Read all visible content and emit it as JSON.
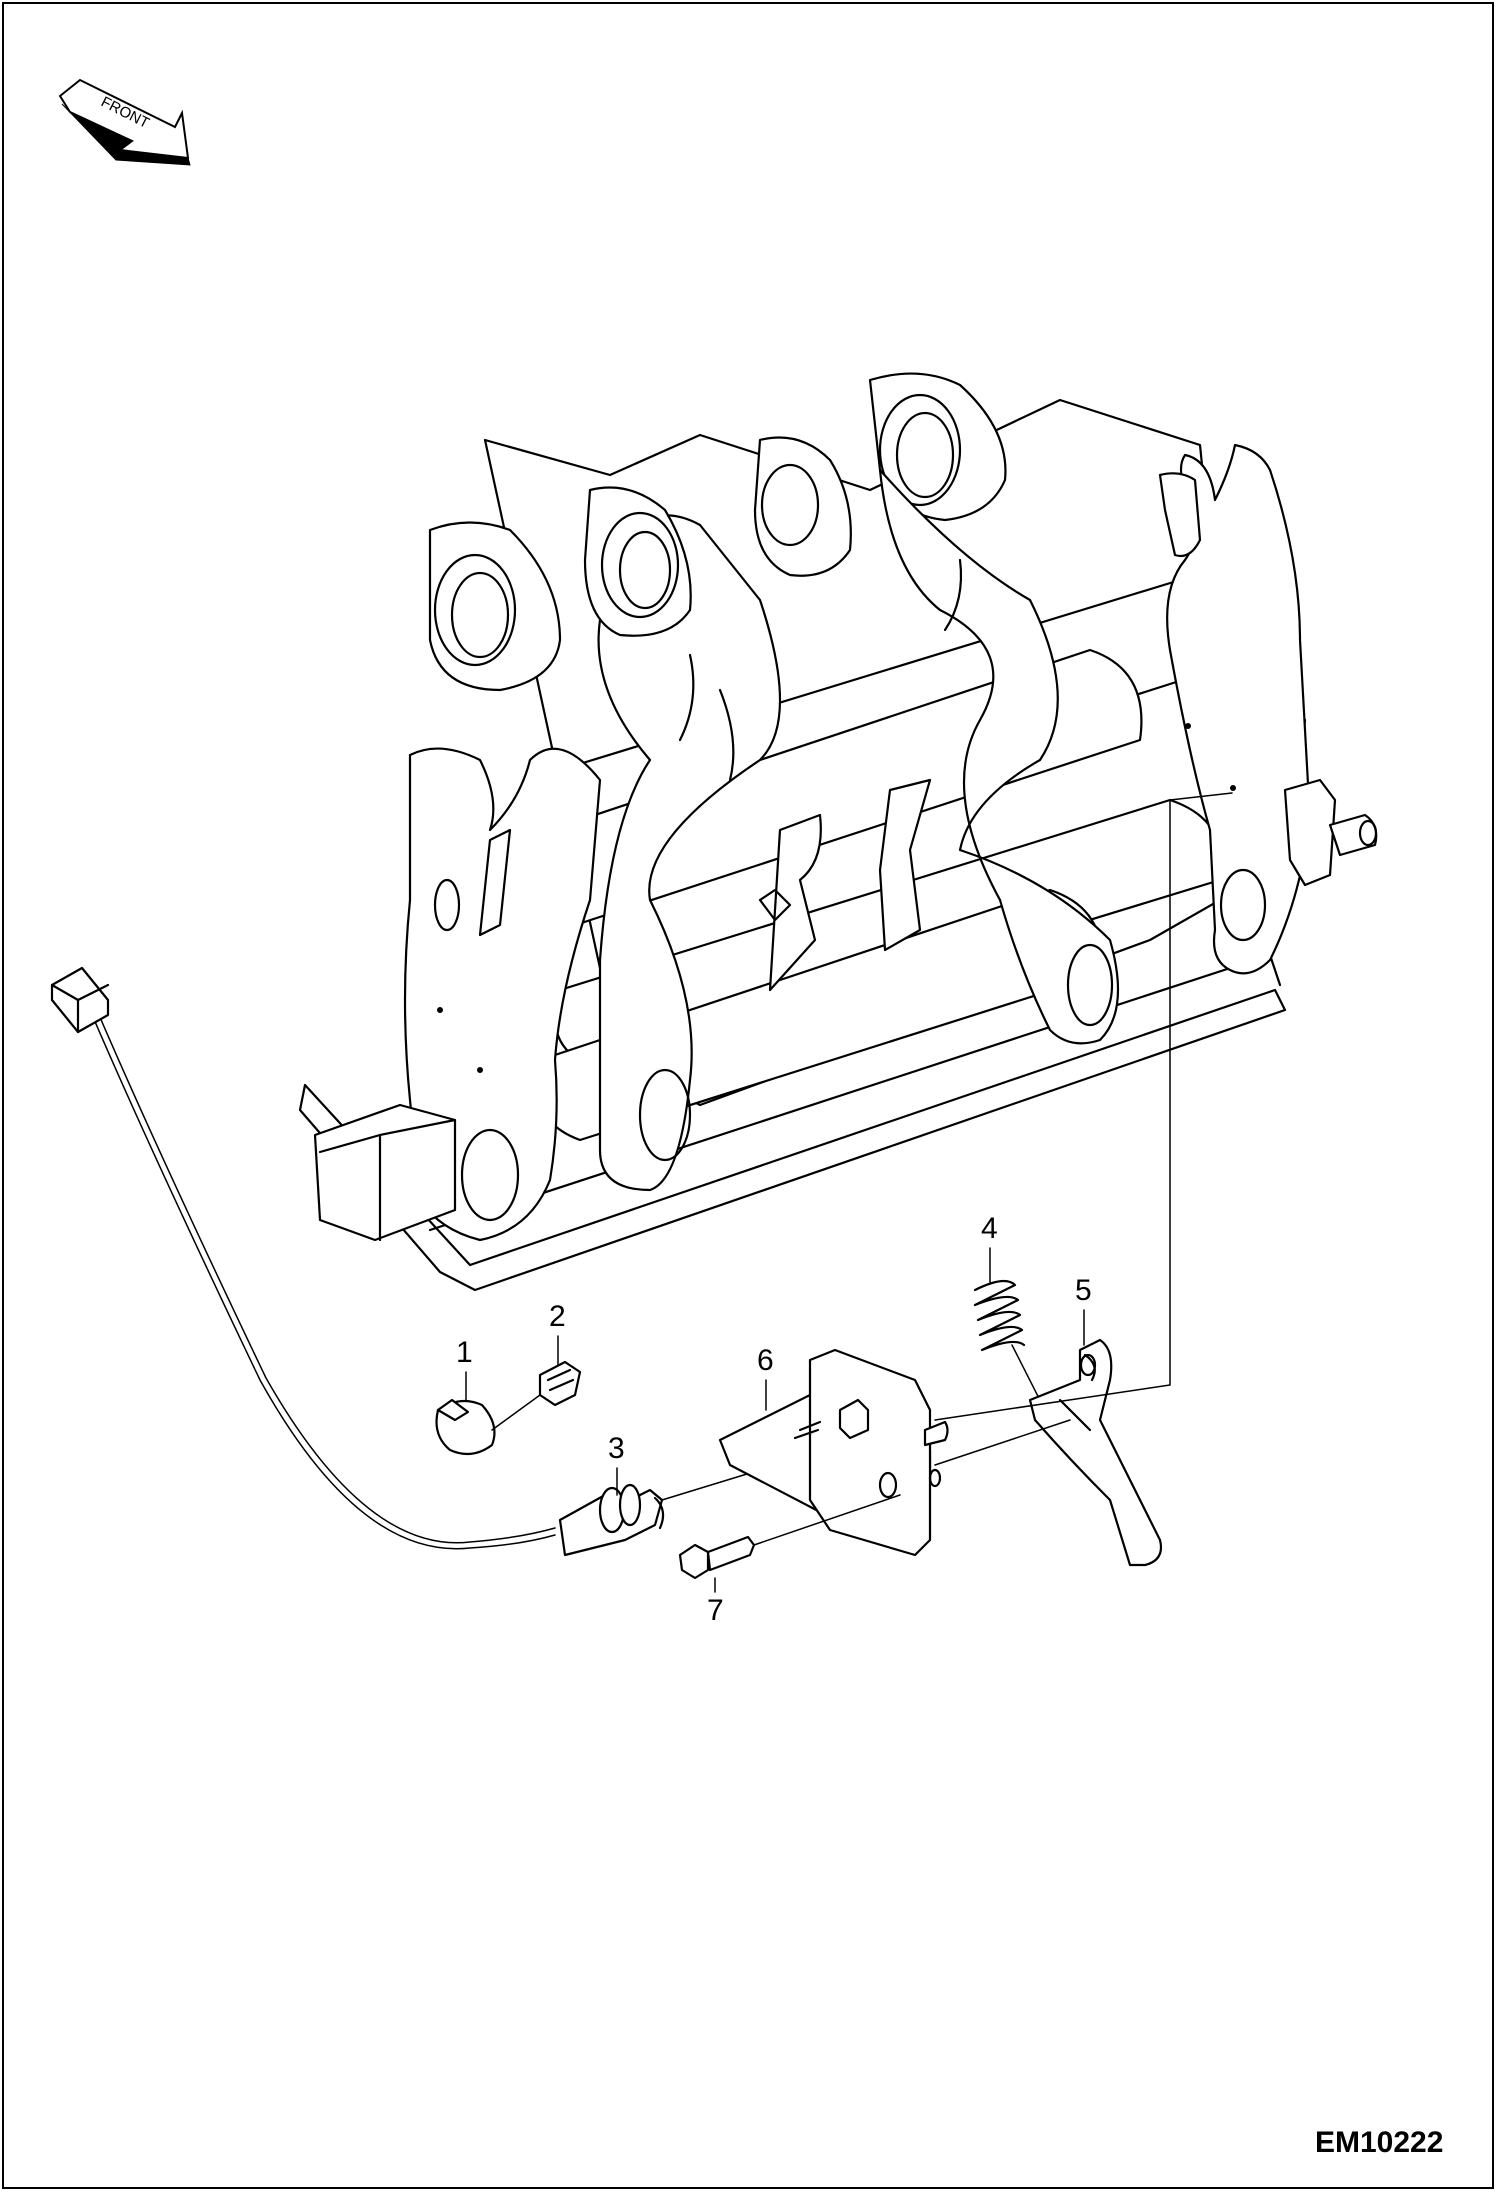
{
  "drawing": {
    "code": "EM10222",
    "front_label": "FRONT"
  },
  "callouts": [
    {
      "id": "1",
      "label": "1"
    },
    {
      "id": "2",
      "label": "2"
    },
    {
      "id": "3",
      "label": "3"
    },
    {
      "id": "4",
      "label": "4"
    },
    {
      "id": "5",
      "label": "5"
    },
    {
      "id": "6",
      "label": "6"
    },
    {
      "id": "7",
      "label": "7"
    }
  ],
  "colors": {
    "line": "#000000",
    "background": "#ffffff"
  }
}
